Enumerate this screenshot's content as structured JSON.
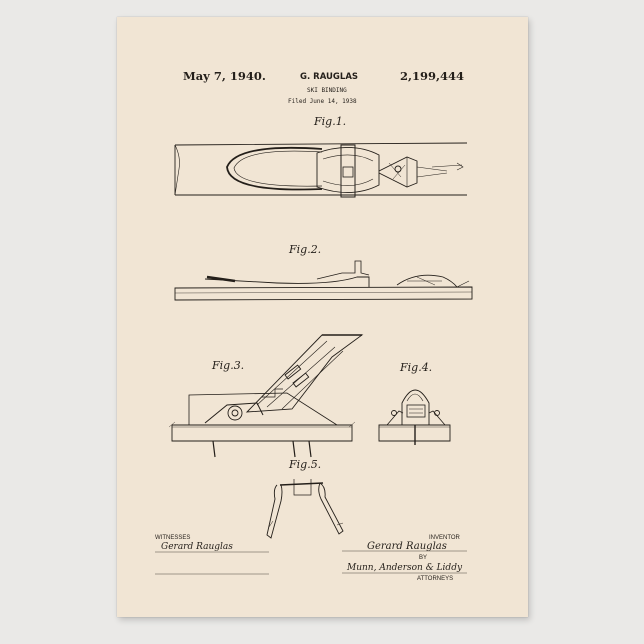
{
  "header": {
    "date": "May 7, 1940.",
    "inventor": "G. RAUGLAS",
    "patent_number": "2,199,444",
    "title": "SKI BINDING",
    "filed": "Filed June 14, 1938"
  },
  "figures": {
    "fig1": "Fig.1.",
    "fig2": "Fig.2.",
    "fig3": "Fig.3.",
    "fig4": "Fig.4.",
    "fig5": "Fig.5."
  },
  "footer": {
    "witnesses": "WITNESSES",
    "witness_signature": "Gerard Rauglas",
    "inventor_label": "INVENTOR",
    "inventor_signature": "Gerard Rauglas",
    "by": "BY",
    "attorneys_signature": "Munn, Anderson & Liddy",
    "attorneys": "ATTORNEYS"
  },
  "colors": {
    "background": "#eae9e7",
    "paper": "#f1e5d4",
    "ink": "#241f1a"
  }
}
